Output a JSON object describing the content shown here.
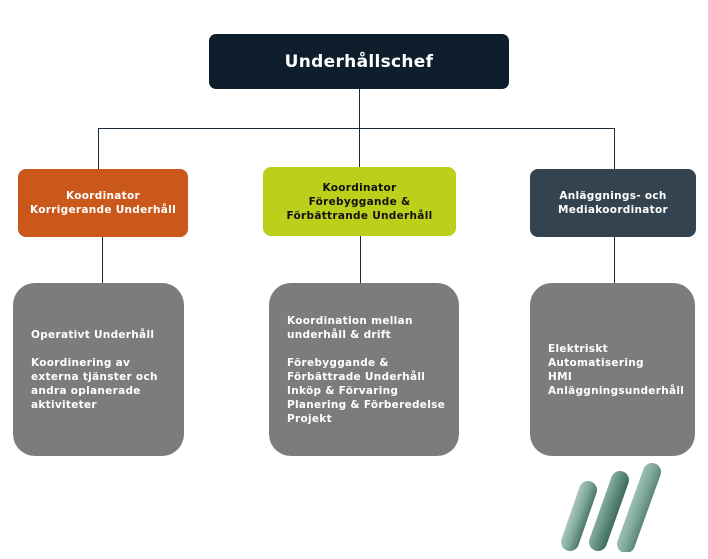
{
  "root": {
    "label": "Underhållschef"
  },
  "branches": [
    {
      "header": "Koordinator\nKorrigerande Underhåll",
      "color": "#c9581a",
      "body": "Operativt Underhåll\n\nKoordinering av\nexterna tjänster och\nandra oplanerade\naktiviteter"
    },
    {
      "header": "Koordinator\nFörebyggande &\nFörbättrande Underhåll",
      "color": "#bccf1a",
      "body": "Koordination mellan\nunderhåll & drift\n\nFörebyggande &\nFörbättrade Underhåll\nInköp & Förvaring\nPlanering & Förberedelse\nProjekt"
    },
    {
      "header": "Anläggnings- och\nMediakoordinator",
      "color": "#33434f",
      "body": "Elektriskt\nAutomatisering\nHMI\nAnläggningsunderhåll"
    }
  ],
  "colors": {
    "root_bg": "#0f1e2c",
    "card_bg": "#7c7c7c",
    "connector": "#1a2a38"
  },
  "logo": {
    "icon": "three-slanted-bars-logo"
  }
}
